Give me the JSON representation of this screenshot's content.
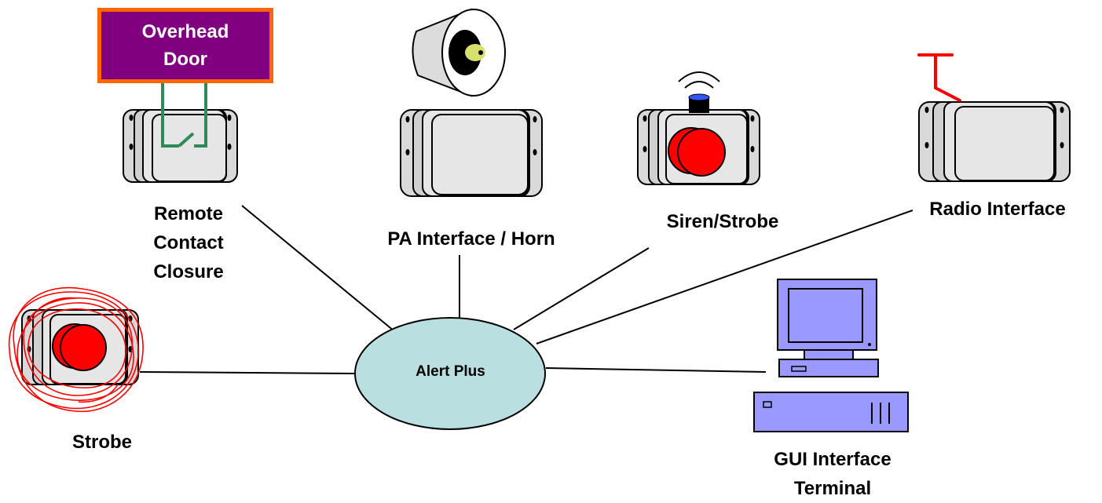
{
  "hub": {
    "label": "Alert Plus"
  },
  "devices": {
    "overhead_door": {
      "line1": "Overhead",
      "line2": "Door"
    },
    "remote_contact": {
      "line1": "Remote",
      "line2": "Contact",
      "line3": "Closure"
    },
    "pa_horn": {
      "label": "PA Interface / Horn"
    },
    "siren_strobe": {
      "label": "Siren/Strobe"
    },
    "radio": {
      "label": "Radio Interface"
    },
    "strobe": {
      "label": "Strobe"
    },
    "gui_terminal": {
      "line1": "GUI Interface",
      "line2": "Terminal"
    }
  },
  "colors": {
    "hub_fill": "#b9dfe0",
    "door_fill": "#800080",
    "door_border": "#ff6600",
    "contact_wire": "#2e8b57",
    "strobe_red": "#ff0000",
    "antenna_red": "#ff0000",
    "monitor_fill": "#9999ff"
  },
  "icons": [
    "horn-icon",
    "siren-icon",
    "antenna-icon",
    "switch-contact-icon",
    "computer-terminal-icon",
    "strobe-flash-icon"
  ]
}
